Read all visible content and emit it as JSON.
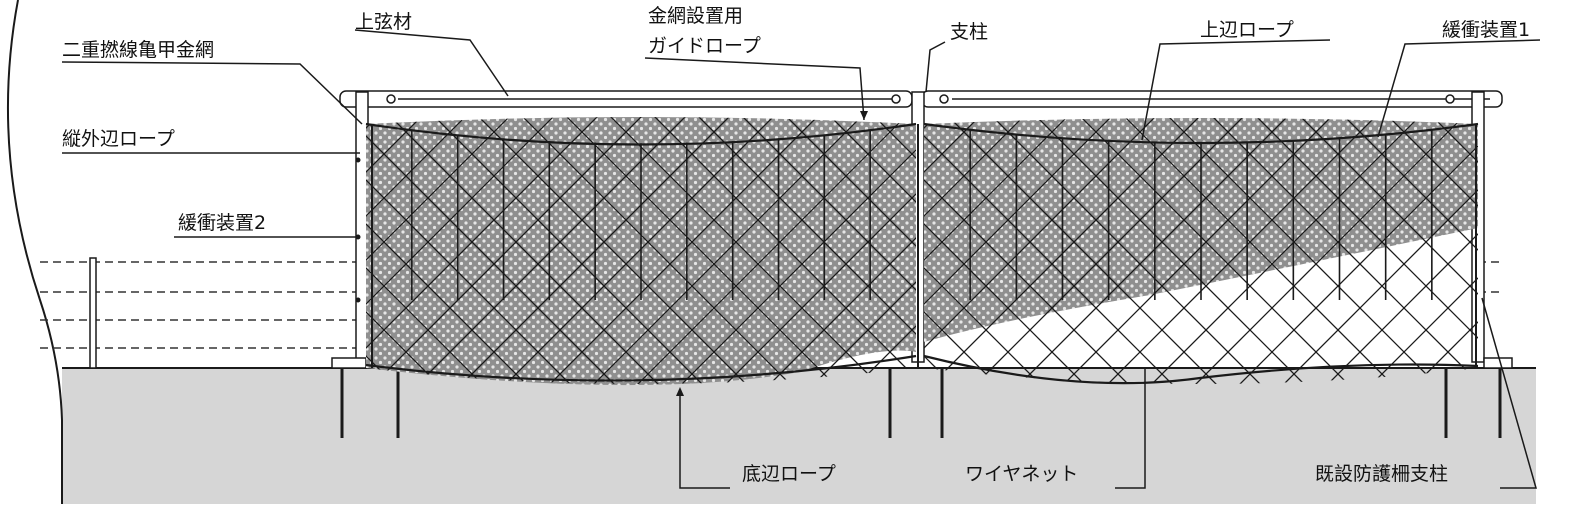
{
  "labels": {
    "upper_chord": "上弦材",
    "net_guide_rope_line1": "金網設置用",
    "net_guide_rope_line2": "ガイドロープ",
    "post": "支柱",
    "top_edge_rope": "上辺ロープ",
    "shock_absorber_1": "緩衝装置1",
    "double_twisted_hex_mesh": "二重撚線亀甲金網",
    "vertical_outer_rope": "縦外辺ロープ",
    "shock_absorber_2": "緩衝装置2",
    "bottom_edge_rope": "底辺ロープ",
    "wire_net": "ワイヤネット",
    "existing_fence_post": "既設防護柵支柱"
  },
  "colors": {
    "ground": "#d6d6d6",
    "hex_mesh": "#9a9a9a",
    "line": "#1a1a1a"
  }
}
